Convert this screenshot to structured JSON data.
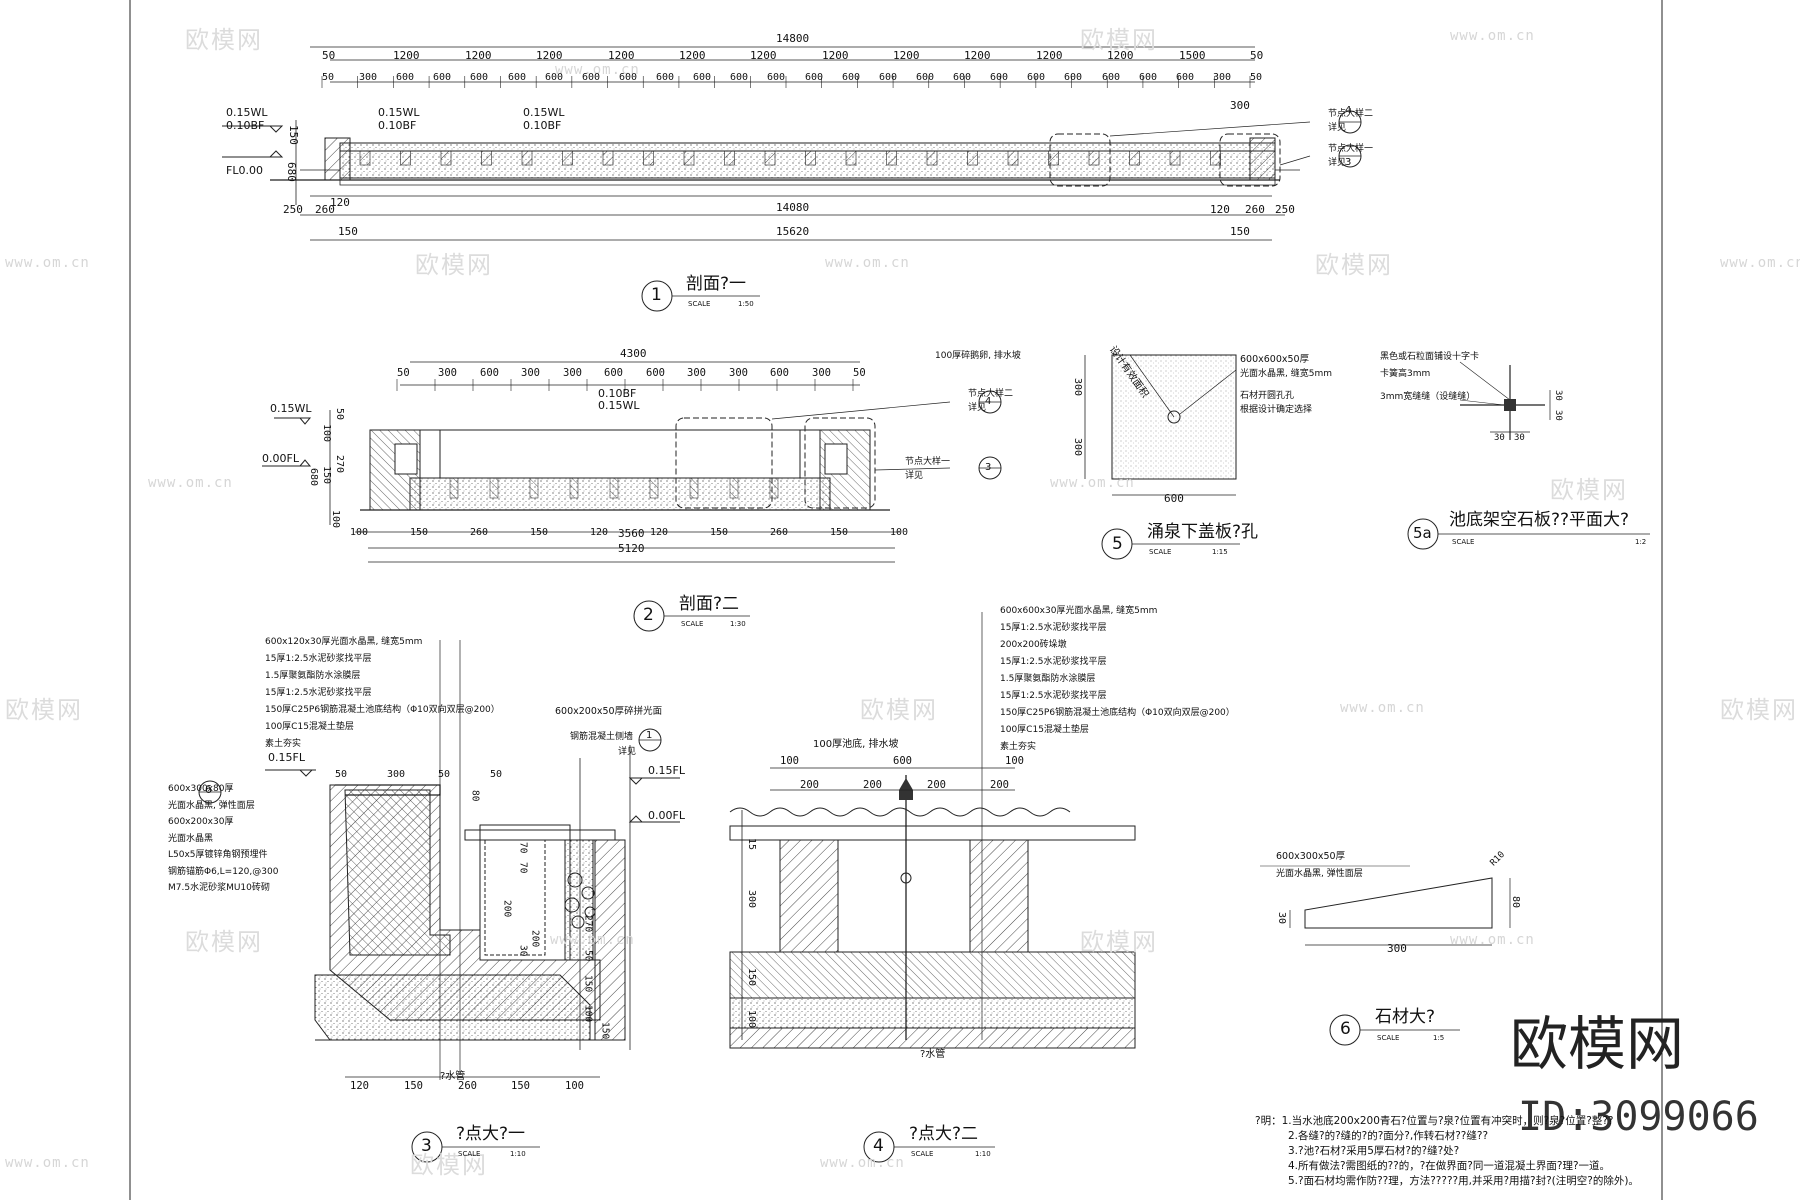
{
  "sheet": {
    "watermark_text": "欧模网",
    "watermark_url": "www.om.cn",
    "brand": "欧模网",
    "brand_id": "ID:3099066"
  },
  "section1": {
    "number": "1",
    "title": "剖面?一",
    "scale_label": "SCALE",
    "scale_value": "1:50",
    "dim_total_top": "14800",
    "dim_row1": [
      "50",
      "1200",
      "1200",
      "1200",
      "1200",
      "1200",
      "1200",
      "1200",
      "1200",
      "1200",
      "1200",
      "1200",
      "1500",
      "50"
    ],
    "dim_row2": [
      "50",
      "300",
      "600",
      "600",
      "600",
      "600",
      "600",
      "600",
      "600",
      "600",
      "600",
      "600",
      "600",
      "600",
      "600",
      "600",
      "600",
      "600",
      "600",
      "600",
      "600",
      "600",
      "600",
      "600",
      "300",
      "50"
    ],
    "dim_right_300": "300",
    "levels": [
      "0.15WL",
      "0.10BF",
      "0.15WL",
      "0.10BF",
      "0.15WL",
      "0.10BF",
      "FL0.00"
    ],
    "left_dims": [
      "150",
      "680",
      "250",
      "260",
      "120"
    ],
    "inner_dim": "14080",
    "inner_dims_r": [
      "120",
      "260",
      "250"
    ],
    "total_bottom": "15620",
    "bottom_150s": [
      "150",
      "150"
    ],
    "callouts": [
      "节点大样二",
      "详见",
      "节点大样一",
      "详见"
    ],
    "callout_nums": [
      "4",
      "3"
    ]
  },
  "section2": {
    "number": "2",
    "title": "剖面?二",
    "scale_label": "SCALE",
    "scale_value": "1:30",
    "dim_total": "4300",
    "dims_top": [
      "50",
      "300",
      "600",
      "300",
      "300",
      "600",
      "600",
      "300",
      "300",
      "600",
      "300",
      "50"
    ],
    "note_top": "100厚碎鹅卵, 排水坡",
    "levels": [
      "0.15WL",
      "0.10BF",
      "0.15WL",
      "0.00FL"
    ],
    "left_dims": [
      "50",
      "100",
      "150",
      "270",
      "680",
      "100"
    ],
    "bottom_left": [
      "100",
      "150",
      "260",
      "150",
      "120"
    ],
    "bottom_right": [
      "120",
      "150",
      "260",
      "150",
      "100"
    ],
    "dim_3560": "3560",
    "dim_5120": "5120",
    "callouts": [
      "节点大样二",
      "详见",
      "节点大样一",
      "详见"
    ],
    "callout_nums": [
      "4",
      "3"
    ]
  },
  "section5": {
    "number": "5",
    "title": "涌泉下盖板?孔",
    "scale_label": "SCALE",
    "scale_value": "1:15",
    "labels": [
      "600x600x50厚",
      "光面水晶黑, 缝宽5mm",
      "石材开圆孔孔",
      "根据设计确定选择"
    ],
    "diag_text": "设计有效面积",
    "dims": [
      "300",
      "300",
      "600"
    ]
  },
  "section5a": {
    "number": "5a",
    "title": "池底架空石板??平面大?",
    "scale_label": "SCALE",
    "scale_value": "1:2",
    "labels": [
      "黑色或石粒面铺设十字卡",
      "卡簧高3mm",
      "3mm宽缝缝（设缝缝）"
    ],
    "dims": [
      "30",
      "30",
      "30",
      "30"
    ]
  },
  "section3": {
    "number": "3",
    "title": "?点大?一",
    "scale_label": "SCALE",
    "scale_value": "1:10",
    "layers": [
      "600x120x30厚光面水晶黑, 缝宽5mm",
      "15厚1:2.5水泥砂浆找平层",
      "1.5厚聚氨酯防水涂膜层",
      "15厚1:2.5水泥砂浆找平层",
      "150厚C25P6钢筋混凝土池底结构（Φ10双向双层@200）",
      "100厚C15混凝土垫层",
      "素土夯实"
    ],
    "left_labels": [
      "600x300x80厚",
      "光面水晶黑, 弹性面层",
      "600x200x30厚",
      "光面水晶黑",
      "L50x5厚镀锌角钢预埋件",
      "钢筋锚筋Φ6,L=120,@300",
      "M7.5水泥砂浆MU10砖砌"
    ],
    "right_label": "600x200x50厚碎拼光面",
    "right_label2": "钢筋混凝土侧墙",
    "right_label3": "详见",
    "circle6": "6",
    "circle1": "1",
    "levels": [
      "0.15FL",
      "0.15FL",
      "0.00FL"
    ],
    "dims_top": [
      "50",
      "300",
      "50",
      "50"
    ],
    "dims_mid": [
      "80",
      "70",
      "70",
      "200",
      "200",
      "30",
      "270",
      "50",
      "150",
      "100",
      "150"
    ],
    "dims_bottom": [
      "120",
      "150",
      "260",
      "150",
      "100"
    ],
    "drain_label": "?水管"
  },
  "section4": {
    "number": "4",
    "title": "?点大?二",
    "scale_label": "SCALE",
    "scale_value": "1:10",
    "layers": [
      "600x600x30厚光面水晶黑, 缝宽5mm",
      "15厚1:2.5水泥砂浆找平层",
      "200x200砖垛墩",
      "15厚1:2.5水泥砂浆找平层",
      "1.5厚聚氨酯防水涂膜层",
      "15厚1:2.5水泥砂浆找平层",
      "150厚C25P6钢筋混凝土池底结构（Φ10双向双层@200）",
      "100厚C15混凝土垫层",
      "素土夯实"
    ],
    "top_label": "100厚池底, 排水坡",
    "dims_top": [
      "100",
      "600",
      "100"
    ],
    "dims_second": [
      "200",
      "200",
      "200",
      "200"
    ],
    "left_dims": [
      "15",
      "300",
      "150",
      "100"
    ],
    "drain_label": "?水管"
  },
  "section6": {
    "number": "6",
    "title": "石材大?",
    "scale_label": "SCALE",
    "scale_value": "1:5",
    "labels": [
      "600x300x50厚",
      "光面水晶黑, 弹性面层"
    ],
    "dims": [
      "R10",
      "80",
      "30",
      "300"
    ]
  },
  "notes": [
    "?明：1.当水池底200x200青石?位置与?泉?位置有冲突时，则?泉?位置?整??",
    "2.各缝?的?缝的?的?面分?,作转石材??缝??",
    "3.?池?石材?采用5厚石材?的?缝?处?",
    "4.所有做法?需图纸的??的，?在做界面?同一道混凝土界面?理?一道。",
    "5.?面石材均需作防??理，方法?????用,并采用?用描?封?(注明空?的除外)。"
  ]
}
